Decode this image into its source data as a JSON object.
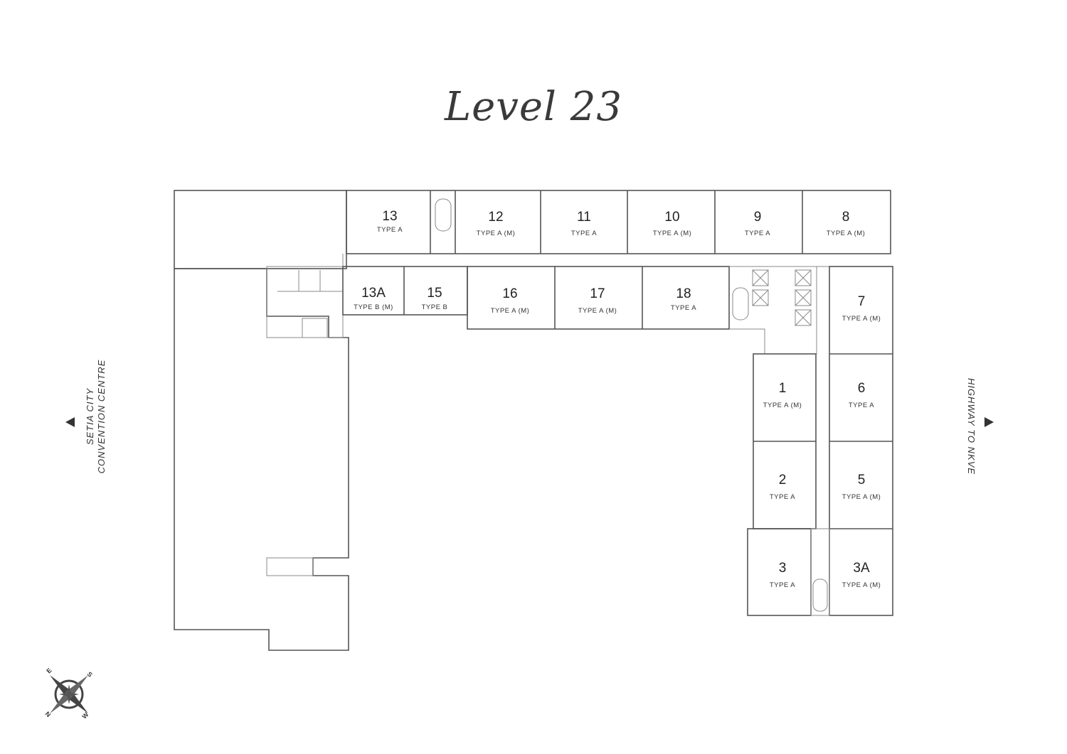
{
  "title": "Level 23",
  "units": [
    {
      "number": "13",
      "type": "TYPE A"
    },
    {
      "number": "12",
      "type": "TYPE A (M)"
    },
    {
      "number": "11",
      "type": "TYPE A"
    },
    {
      "number": "10",
      "type": "TYPE A (M)"
    },
    {
      "number": "9",
      "type": "TYPE A"
    },
    {
      "number": "8",
      "type": "TYPE A (M)"
    },
    {
      "number": "13A",
      "type": "TYPE B (M)"
    },
    {
      "number": "15",
      "type": "TYPE B"
    },
    {
      "number": "16",
      "type": "TYPE A (M)"
    },
    {
      "number": "17",
      "type": "TYPE A (M)"
    },
    {
      "number": "18",
      "type": "TYPE A"
    },
    {
      "number": "7",
      "type": "TYPE A (M)"
    },
    {
      "number": "1",
      "type": "TYPE A (M)"
    },
    {
      "number": "6",
      "type": "TYPE A"
    },
    {
      "number": "2",
      "type": "TYPE A"
    },
    {
      "number": "5",
      "type": "TYPE A (M)"
    },
    {
      "number": "3",
      "type": "TYPE A"
    },
    {
      "number": "3A",
      "type": "TYPE A (M)"
    }
  ],
  "directions": {
    "left_line1": "SETIA CITY",
    "left_line2": "CONVENTION CENTRE",
    "right": "HIGHWAY TO NKVE"
  },
  "compass": {
    "n": "N",
    "e": "E",
    "s": "S",
    "w": "W"
  }
}
